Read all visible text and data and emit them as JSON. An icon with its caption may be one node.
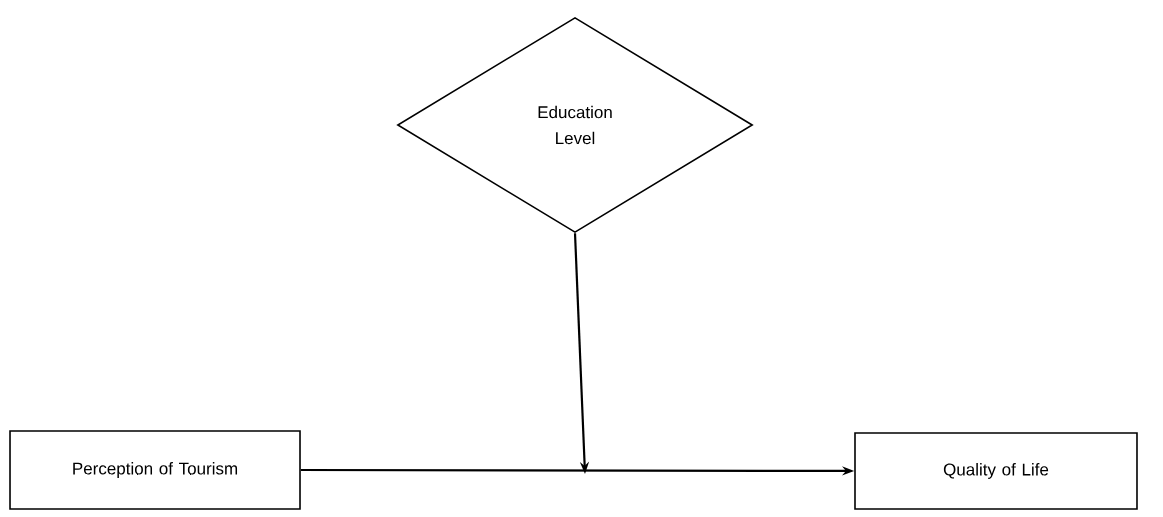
{
  "diagram": {
    "nodes": [
      {
        "text": [
          "Education Level"
        ]
      },
      {
        "text": [
          "Perception of Tourism"
        ]
      },
      {
        "text": [
          "Quality of Life"
        ]
      }
    ],
    "edges": [
      {
        "from": 1,
        "to": 2,
        "arrow": "to"
      },
      {
        "from": 0,
        "to": null,
        "arrow": "to"
      }
    ]
  }
}
